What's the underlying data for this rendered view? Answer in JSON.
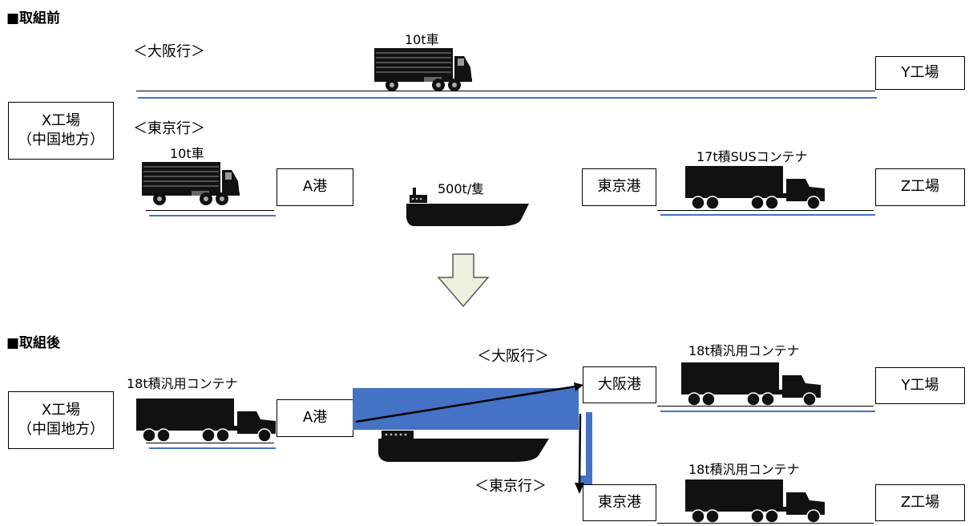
{
  "before": {
    "title": "■取組前",
    "osaka_route": "＜大阪行＞",
    "tokyo_route": "＜東京行＞",
    "truck_top_label": "10t車",
    "truck_left_label": "10t車",
    "factory_x": "X工場\n（中国地方）",
    "port_a": "A港",
    "ship_label": "500t/隻",
    "port_tokyo": "東京港",
    "container_label": "17t積SUSコンテナ",
    "factory_y": "Y工場",
    "factory_z": "Z工場"
  },
  "after": {
    "title": "■取組後",
    "container_left_label": "18t積汎用コンテナ",
    "factory_x": "X工場\n（中国地方）",
    "port_a": "A港",
    "osaka_route": "＜大阪行＞",
    "tokyo_route": "＜東京行＞",
    "port_osaka": "大阪港",
    "port_tokyo": "東京港",
    "container_osaka_label": "18t積汎用コンテナ",
    "container_tokyo_label": "18t積汎用コンテナ",
    "factory_y": "Y工場",
    "factory_z": "Z工場"
  },
  "colors": {
    "route_blue": "#4472c4",
    "arrow_fill": "#ebf1de",
    "arrow_stroke": "#5a5a5a"
  },
  "icons": [
    "box-truck-icon",
    "container-truck-icon",
    "cargo-ship-icon",
    "down-arrow-icon"
  ]
}
